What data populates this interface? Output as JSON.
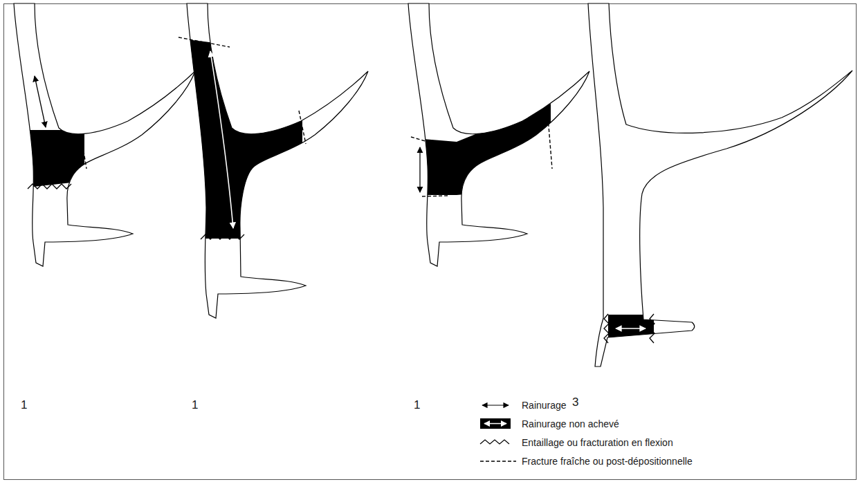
{
  "diagram": {
    "labels": [
      "1",
      "1",
      "1",
      "3"
    ],
    "legend": [
      {
        "text": "Rainurage"
      },
      {
        "text": "Rainurage non achevé"
      },
      {
        "text": "Entaillage ou fracturation en flexion"
      },
      {
        "text": "Fracture fraîche ou post-dépositionnelle"
      }
    ]
  }
}
